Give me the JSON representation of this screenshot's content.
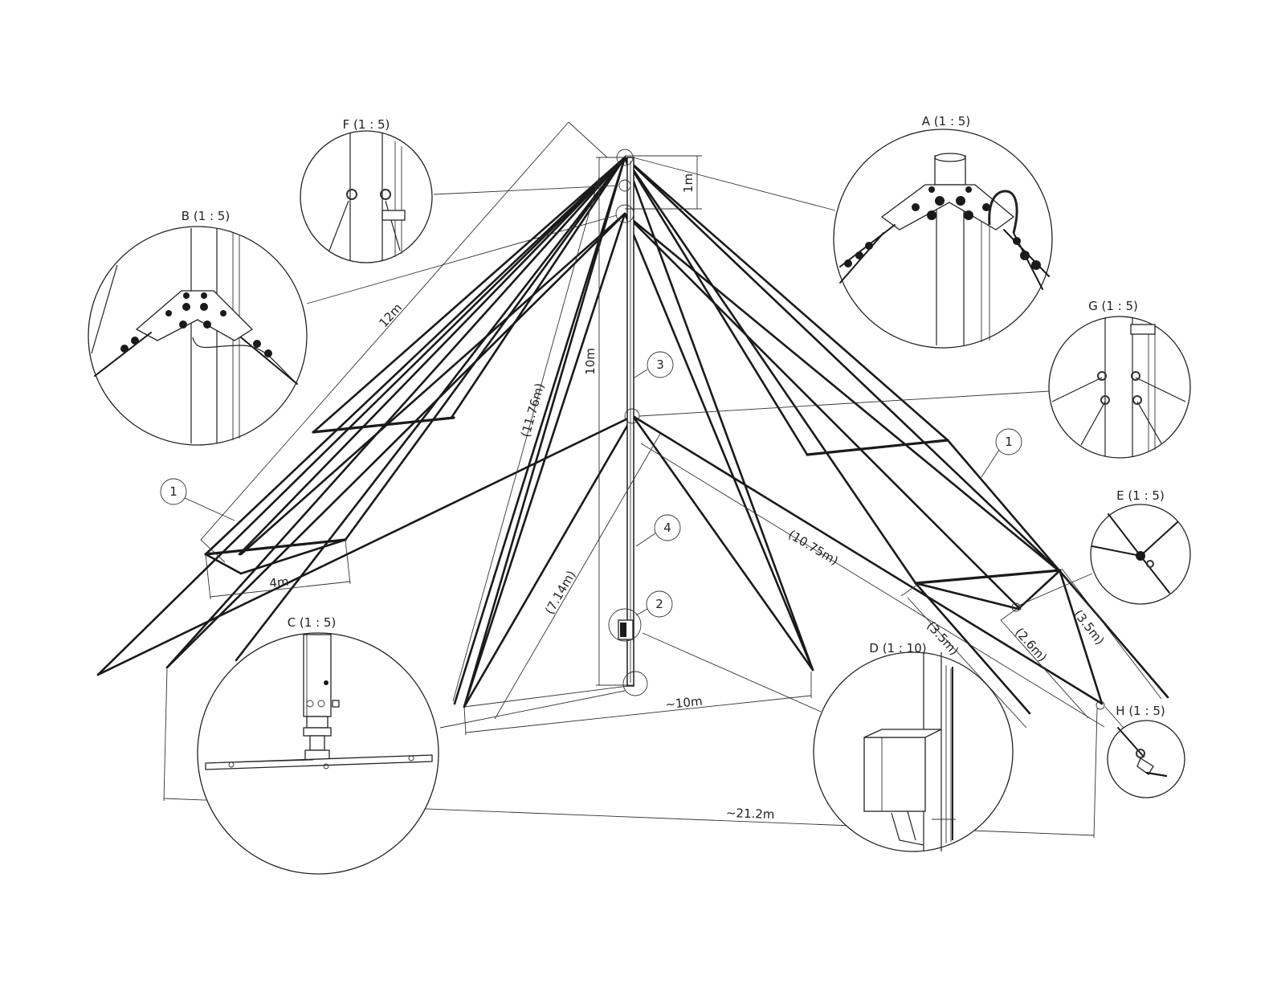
{
  "detail_labels": {
    "A": "A (1 : 5)",
    "B": "B (1 : 5)",
    "C": "C (1 : 5)",
    "D": "D (1 : 10)",
    "E": "E (1 : 5)",
    "F": "F (1 : 5)",
    "G": "G (1 : 5)",
    "H": "H (1 : 5)"
  },
  "dimensions": {
    "mast_top": "1m",
    "mast_height": "10m",
    "left_guy": "12m",
    "guy_11_76": "(11.76m)",
    "guy_7_14": "(7.14m)",
    "guy_10_75": "(10.75m)",
    "width_4m": "4m",
    "base_10m": "~10m",
    "base_21_2m": "~21.2m",
    "right_3_5a": "(3.5m)",
    "right_3_5b": "(3.5m)",
    "right_2_6": "(2.6m)"
  },
  "balloons": {
    "b1_left": "1",
    "b1_right": "1",
    "b2": "2",
    "b3": "3",
    "b4": "4"
  }
}
